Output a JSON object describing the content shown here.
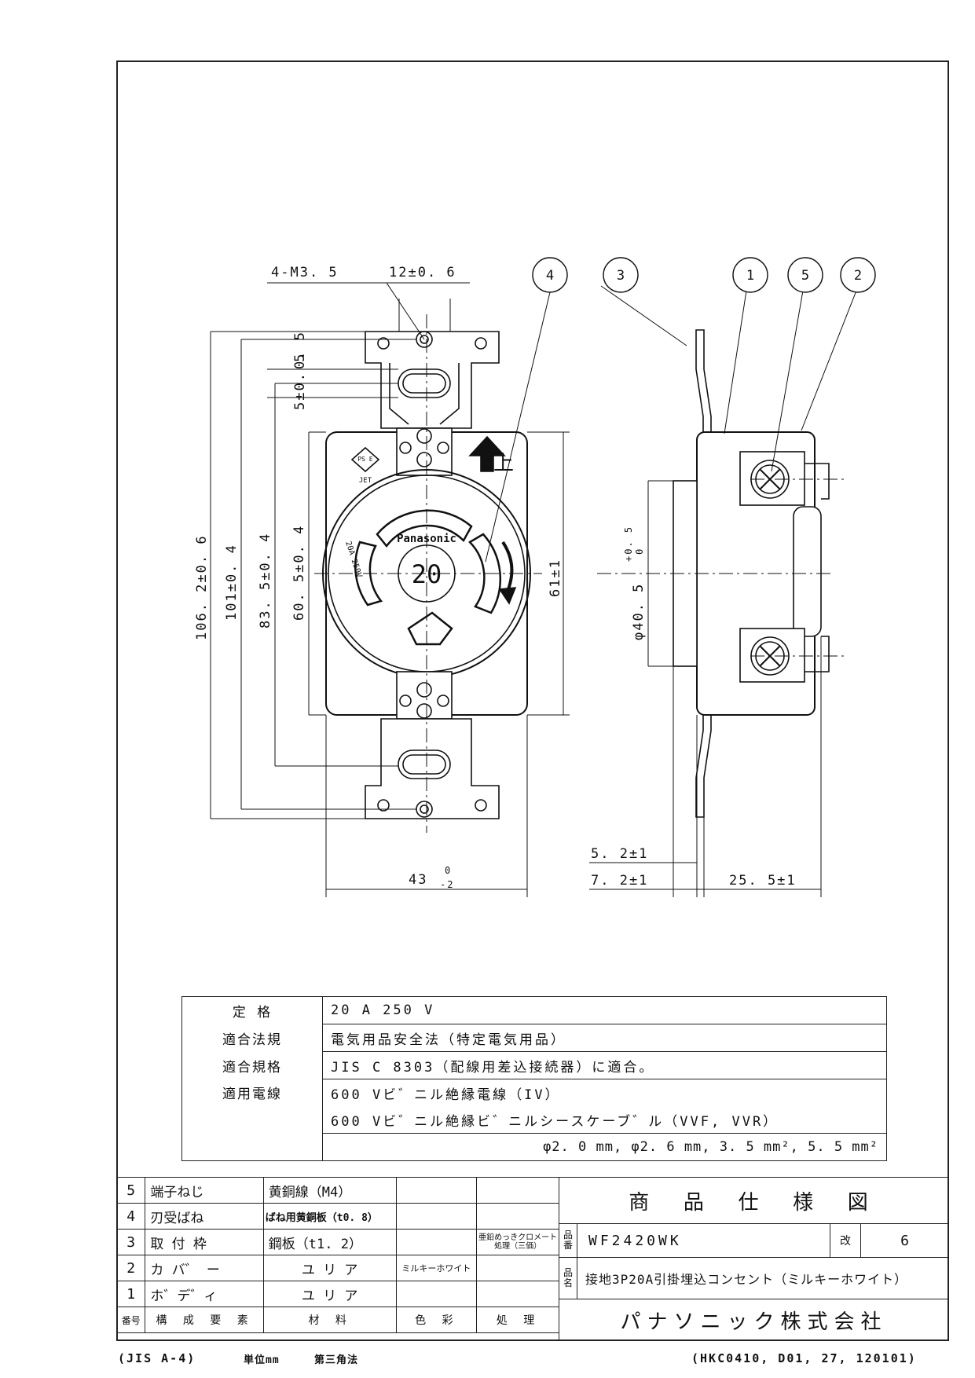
{
  "front_view": {
    "dim_screws": "4-M3. 5",
    "dim_hole_pitch": "12±0. 6",
    "dim_slot_gap": "0. 5",
    "dim_slot_width": "5±0. 5",
    "dim_total_height": "106. 2±0. 6",
    "dim_mount_pitch": "101±0. 4",
    "dim_slot_pitch": "83. 5±0. 4",
    "dim_body_height": "60. 5±0. 4",
    "dim_cover_height": "61±1",
    "dim_width": "43",
    "dim_width_tol_upper": "0",
    "dim_width_tol_lower": "-2",
    "up_mark": "上",
    "pse_mark": "PS E",
    "jet_mark": "JET",
    "brand": "Panasonic",
    "rating_badge": "20",
    "face_rating": "20A 250V"
  },
  "side_view": {
    "dim_diameter": "φ40. 5",
    "dim_diameter_tol_upper": "+0. 5",
    "dim_diameter_tol_lower": "0",
    "dim_depth1": "5. 2±1",
    "dim_depth2": "7. 2±1",
    "dim_depth3": "25. 5±1"
  },
  "callouts": [
    "4",
    "3",
    "1",
    "5",
    "2"
  ],
  "specs": [
    {
      "label": "定 格",
      "values": [
        "20 A 250 V"
      ]
    },
    {
      "label": "適合法規",
      "values": [
        "電気用品安全法（特定電気用品）"
      ]
    },
    {
      "label": "適合規格",
      "values": [
        "JIS C 8303（配線用差込接続器）に適合。"
      ]
    },
    {
      "label": "適用電線",
      "values": [
        "600 Vビ゛ニル絶縁電線（IV）",
        "600 Vビ゛ニル絶縁ビ゛ニルシースケーブ゛ル（VVF, VVR）",
        "φ2. 0 mm, φ2. 6 mm, 3. 5 mm², 5. 5 mm²"
      ]
    }
  ],
  "parts": [
    {
      "no": "5",
      "name": "端子ねじ",
      "material": "黄銅線（M4）",
      "color": "",
      "treatment": ""
    },
    {
      "no": "4",
      "name": "刃受ばね",
      "material": "ばね用黄銅板（t0. 8）",
      "color": "",
      "treatment": ""
    },
    {
      "no": "3",
      "name": "取 付 枠",
      "material": "鋼板（t1. 2）",
      "color": "",
      "treatment": "亜鉛めっきクロメート処理（三価）"
    },
    {
      "no": "2",
      "name": "カ バ゛ ー",
      "material": "ユ リ ア",
      "color": "ミルキーホワイト",
      "treatment": ""
    },
    {
      "no": "1",
      "name": "ホ゛デ゛ィ",
      "material": "ユ リ ア",
      "color": "",
      "treatment": ""
    }
  ],
  "parts_header": {
    "no": "番号",
    "name": "構 成 要 素",
    "material": "材 料",
    "color": "色 彩",
    "treatment": "処 理"
  },
  "title_block": {
    "title": "商 品 仕 様 図",
    "part_no_label": "品番",
    "part_no": "WF2420WK",
    "rev_label": "改",
    "rev": "6",
    "name_label": "品名",
    "name": "接地3P20A引掛埋込コンセント（ミルキーホワイト）",
    "company": "パナソニック株式会社"
  },
  "footer": {
    "standard": "(JIS A-4)",
    "unit": "単位mm",
    "projection": "第三角法",
    "doc_code": "(HKC0410, D01, 27, 120101)"
  }
}
